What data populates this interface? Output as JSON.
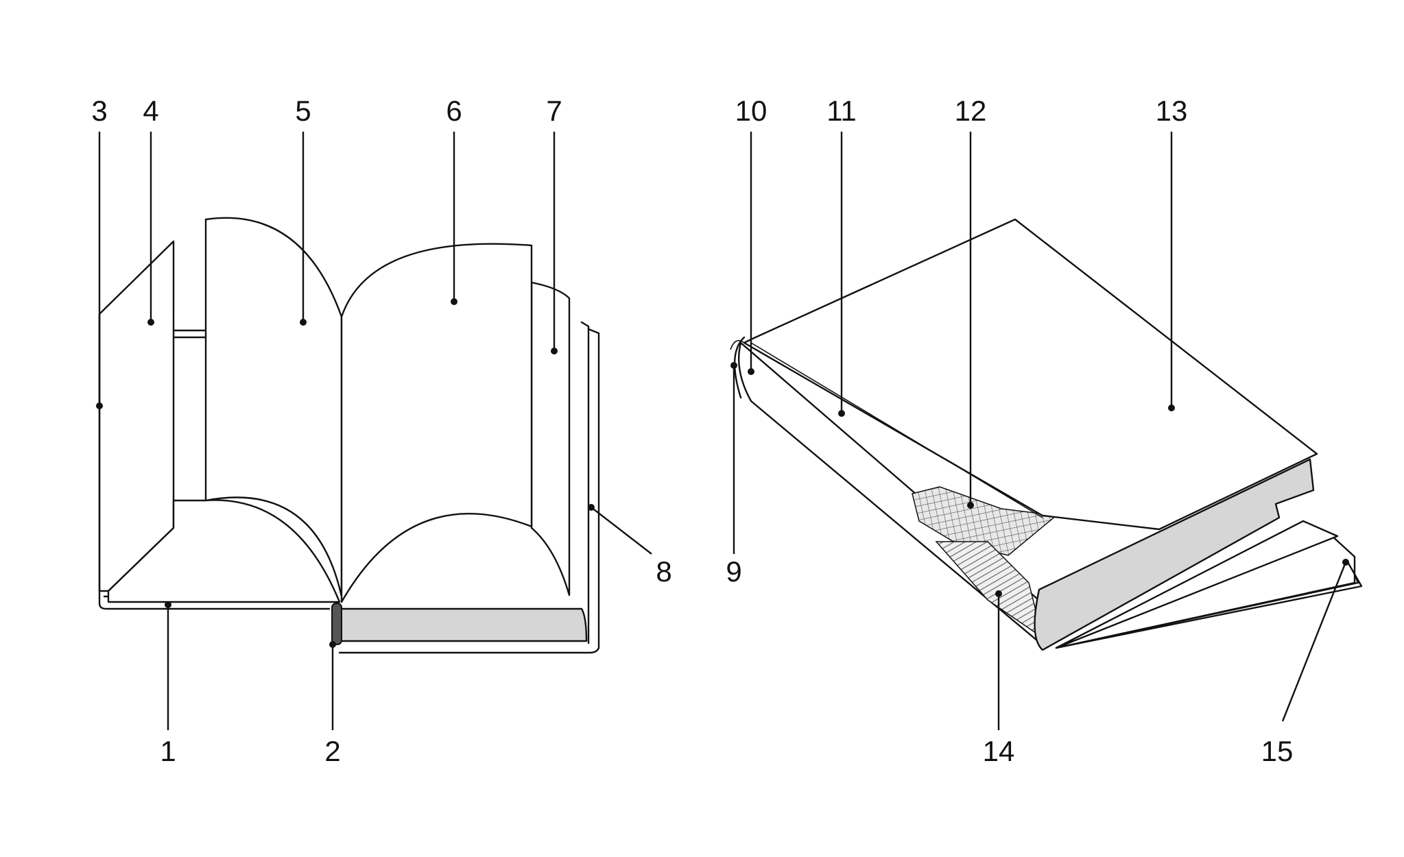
{
  "callouts": [
    {
      "id": "1",
      "label": "1"
    },
    {
      "id": "2",
      "label": "2"
    },
    {
      "id": "3",
      "label": "3"
    },
    {
      "id": "4",
      "label": "4"
    },
    {
      "id": "5",
      "label": "5"
    },
    {
      "id": "6",
      "label": "6"
    },
    {
      "id": "7",
      "label": "7"
    },
    {
      "id": "8",
      "label": "8"
    },
    {
      "id": "9",
      "label": "9"
    },
    {
      "id": "10",
      "label": "10"
    },
    {
      "id": "11",
      "label": "11"
    },
    {
      "id": "12",
      "label": "12"
    },
    {
      "id": "13",
      "label": "13"
    },
    {
      "id": "14",
      "label": "14"
    },
    {
      "id": "15",
      "label": "15"
    }
  ],
  "colors": {
    "line": "#111111",
    "page_edge": "#d6d6d6",
    "background": "#ffffff"
  }
}
